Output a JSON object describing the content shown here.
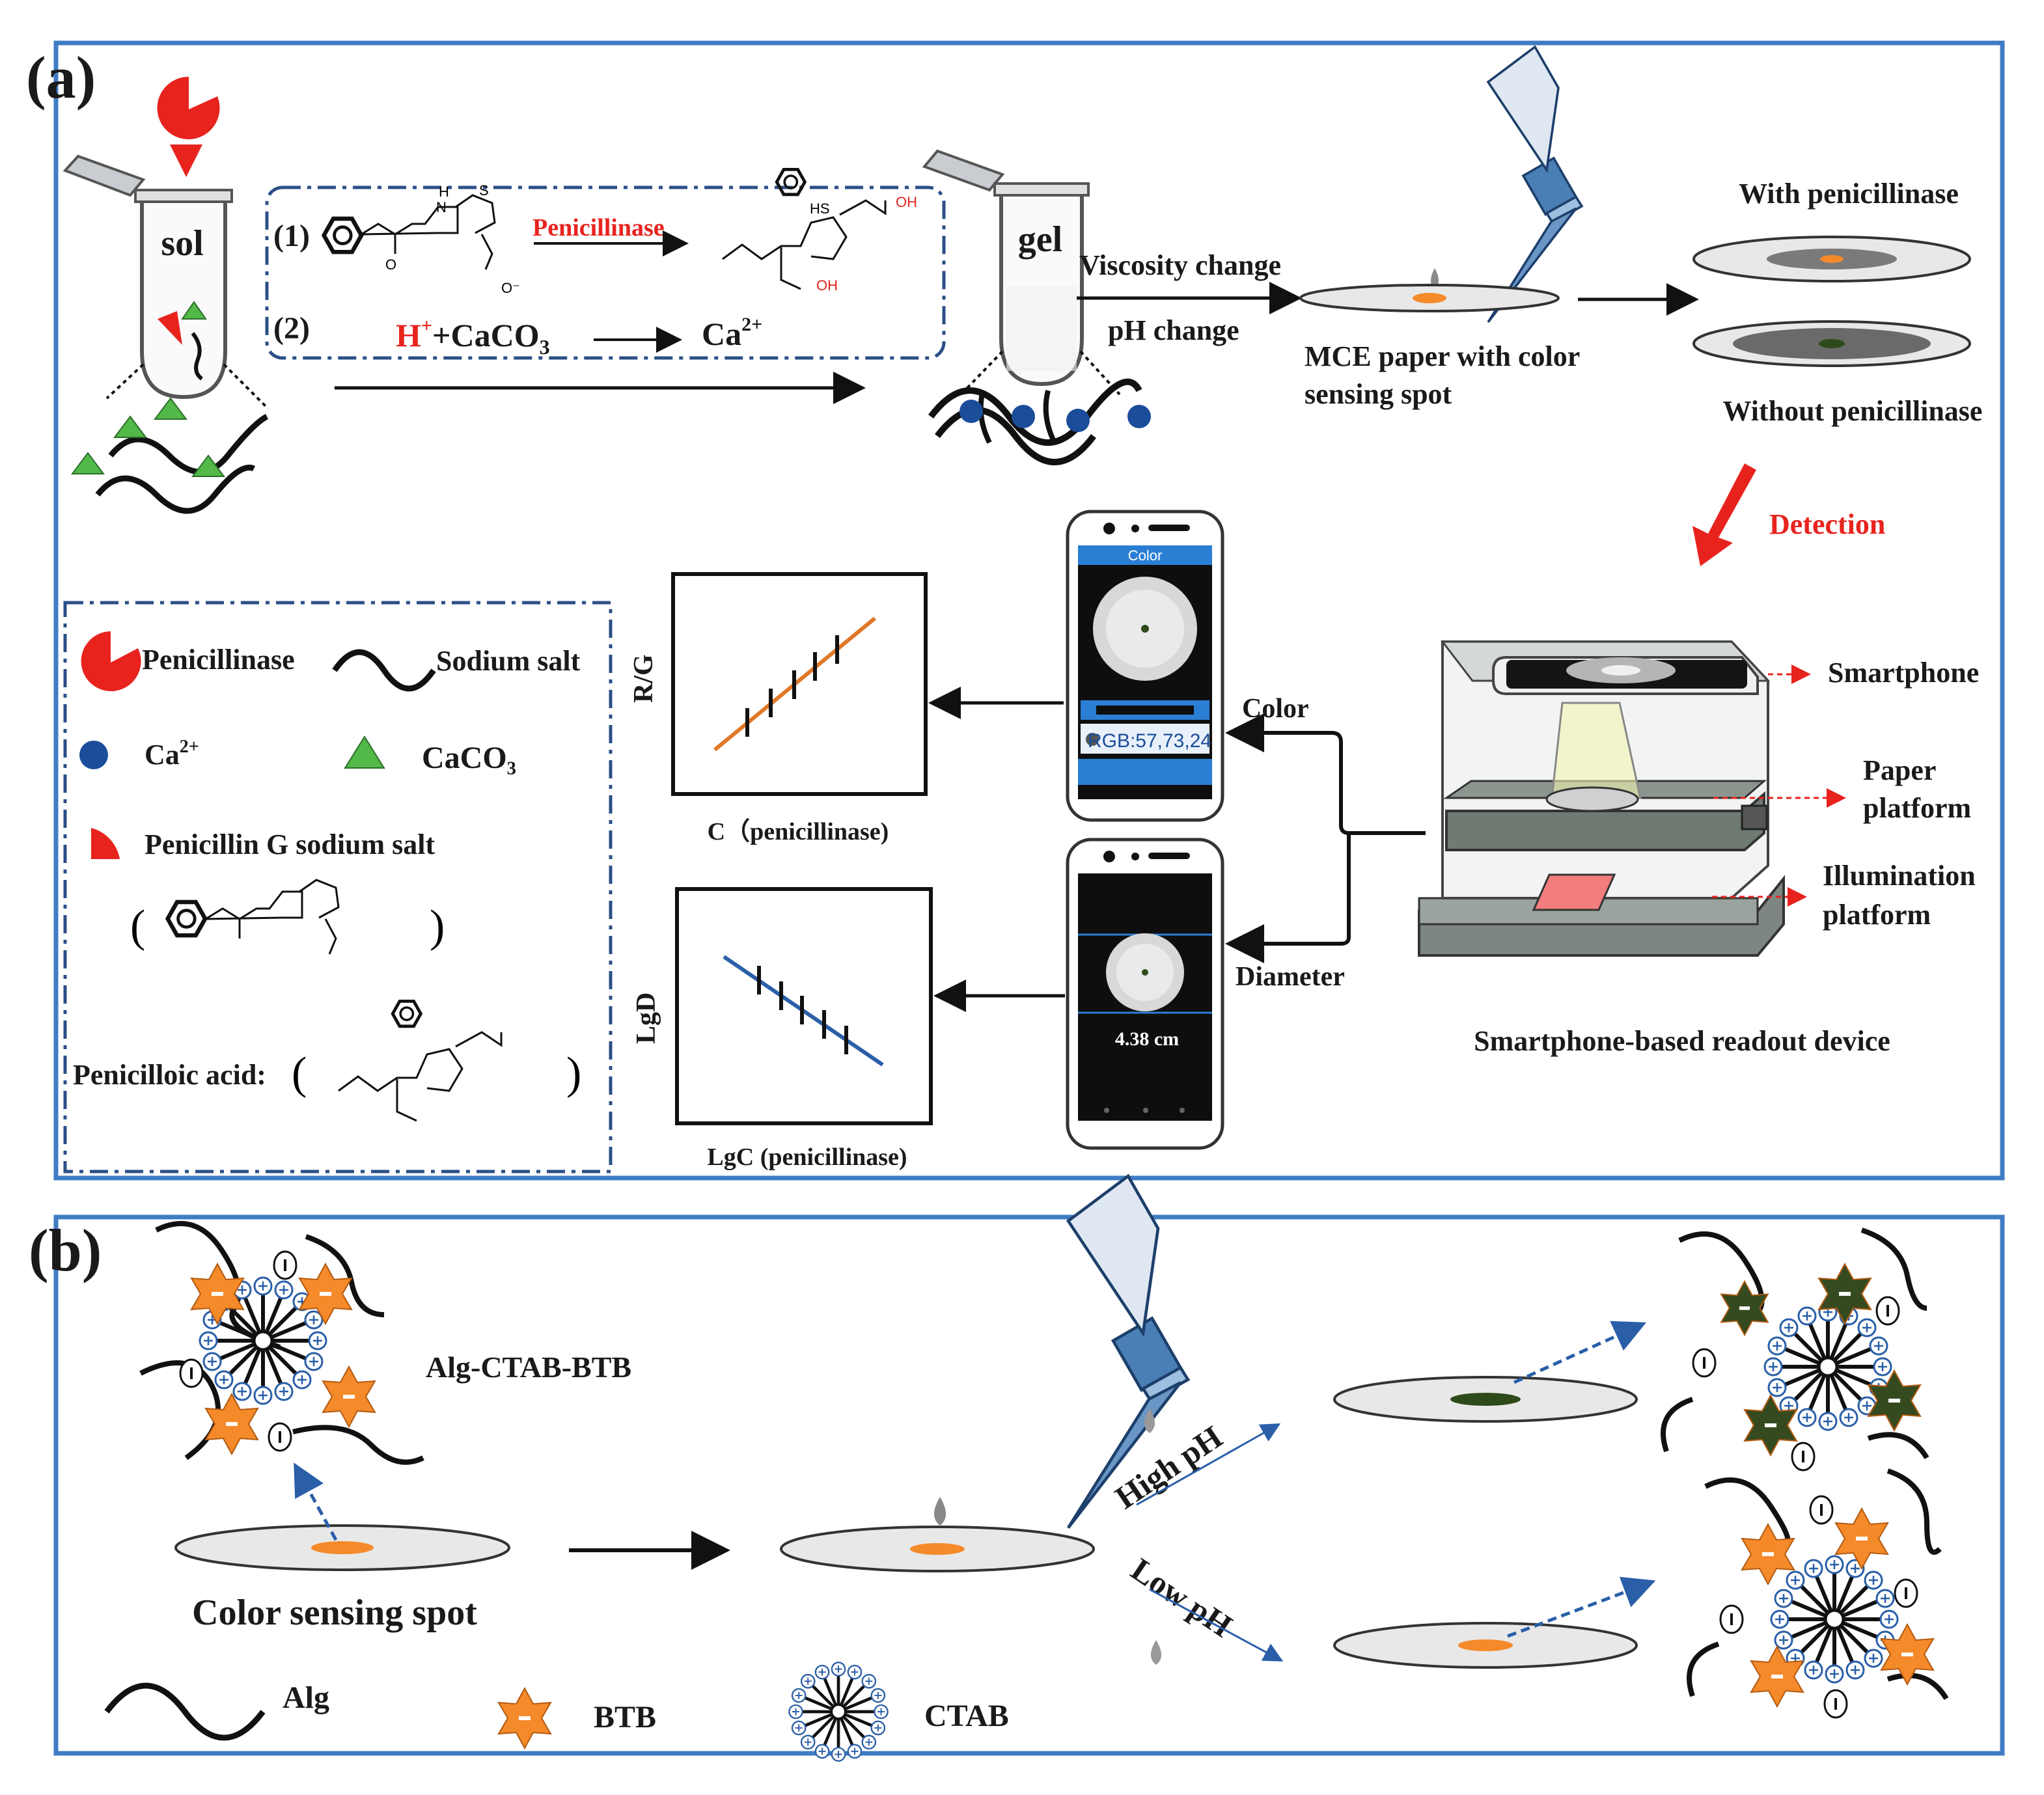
{
  "panel_a": {
    "label": "(a)",
    "tube_sol": "sol",
    "tube_gel": "gel",
    "reaction1_num": "(1)",
    "reaction1_enzyme": "Penicillinase",
    "reaction2_num": "(2)",
    "reaction2_lhs_h": "H",
    "reaction2_lhs_plus": "+",
    "reaction2_lhs_rest": "+CaCO",
    "reaction2_lhs_sub": "3",
    "reaction2_rhs": "Ca",
    "reaction2_rhs_sup": "2+",
    "viscosity": "Viscosity change",
    "ph_change": "pH change",
    "mce_line1": "MCE paper with color",
    "mce_line2": "sensing spot",
    "with_pen": "With penicillinase",
    "without_pen": "Without penicillinase",
    "detection": "Detection",
    "phone_title": "Color",
    "rgb": "RGB:57,73,24",
    "diameter_value": "4.38 cm",
    "color_label": "Color",
    "diameter_label": "Diameter",
    "smartphone": "Smartphone",
    "paper_platform_1": "Paper",
    "paper_platform_2": "platform",
    "illumination_1": "Illumination",
    "illumination_2": "platform",
    "device": "Smartphone-based readout device",
    "chart1_ylabel": "R/G",
    "chart1_xlabel": "C（penicillinase)",
    "chart2_ylabel": "LgD",
    "chart2_xlabel": "LgC (penicillinase)",
    "legend": {
      "penicillinase": "Penicillinase",
      "sodium_salt": "Sodium salt",
      "ca": "Ca",
      "ca_sup": "2+",
      "caco3": "CaCO₃",
      "pen_g": "Penicillin G sodium salt",
      "penicilloic": "Penicilloic acid:",
      "paren_open": "(",
      "paren_close": ")",
      "penicilloic_open": "(",
      "penicilloic_close": ")"
    },
    "chem": {
      "nh": "H",
      "n": "N",
      "s": "S",
      "o": "O",
      "o_minus": "O⁻",
      "hs": "HS",
      "oh": "OH"
    }
  },
  "panel_b": {
    "label": "(b)",
    "complex": "Alg-CTAB-BTB",
    "spot": "Color sensing spot",
    "high_ph": "High pH",
    "low_ph": "Low pH",
    "legend_alg": "Alg",
    "legend_btb": "BTB",
    "legend_ctab": "CTAB"
  },
  "colors": {
    "frame": "#3f7cc4",
    "enzyme_red": "#e8231e",
    "orange_spot": "#f58a2a",
    "green_spot": "#2f4a1a",
    "ca_blue": "#1b4d9a",
    "caco3_green": "#52b848",
    "pipette_blue": "#4a7fb5"
  }
}
